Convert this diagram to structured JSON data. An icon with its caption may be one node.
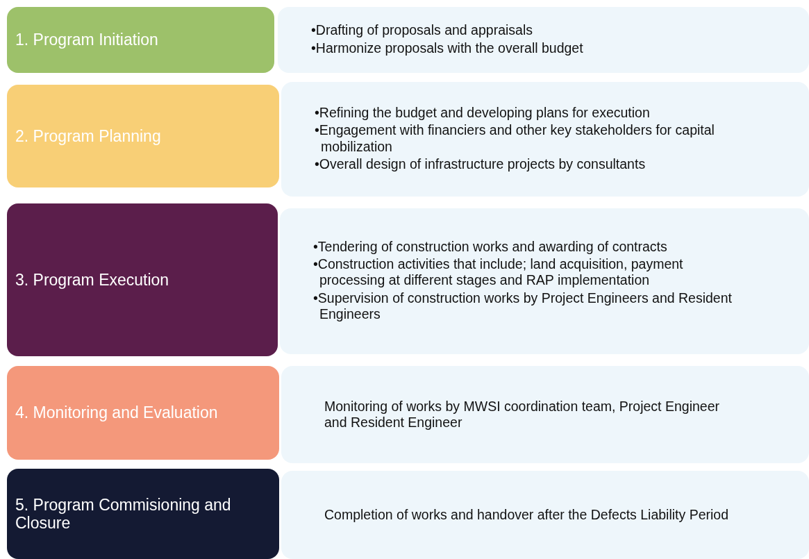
{
  "diagram": {
    "nodes": [
      {
        "text": [
          "1. Program Initiation"
        ]
      },
      {
        "text": [
          "•Drafting of proposals and appraisals",
          "•Harmonize proposals with the overall budget"
        ]
      },
      {
        "text": [
          "2. Program Planning"
        ]
      },
      {
        "text": [
          "•Refining the budget and developing plans for execution",
          "•Engagement with financiers and other key stakeholders for capital mobilization",
          "•Overall design of infrastructure projects by consultants"
        ]
      },
      {
        "text": [
          "3. Program Execution"
        ]
      },
      {
        "text": [
          "•Tendering of construction works and awarding of contracts",
          "•Construction activities that include; land acquisition, payment processing at different stages and RAP implementation",
          "•Supervision of construction works by Project Engineers and Resident Engineers"
        ]
      },
      {
        "text": [
          "4. Monitoring and Evaluation"
        ]
      },
      {
        "text": [
          "Monitoring of works by MWSI coordination team, Project Engineer and Resident Engineer"
        ]
      },
      {
        "text": [
          "5. Program Commisioning and Closure"
        ]
      },
      {
        "text": [
          "Completion of works and handover after the Defects Liability Period"
        ]
      }
    ]
  }
}
